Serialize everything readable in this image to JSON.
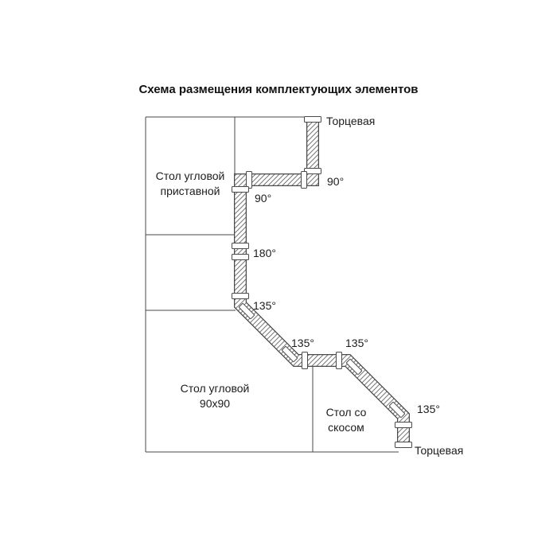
{
  "title": "Схема размещения комплектующих элементов",
  "labels": {
    "top_cap": "Торцевая",
    "bottom_cap": "Торцевая"
  },
  "tables": {
    "corner_attached": {
      "line1": "Стол угловой",
      "line2": "приставной"
    },
    "corner_90": {
      "line1": "Стол угловой",
      "line2": "90х90"
    },
    "beveled": {
      "line1": "Стол со",
      "line2": "скосом"
    }
  },
  "angles": {
    "top_right_corner": "90°",
    "top_inner_corner": "90°",
    "straight_joint": "180°",
    "first_bend": "135°",
    "second_bend": "135°",
    "third_bend": "135°",
    "fourth_bend": "135°"
  },
  "colors": {
    "line": "#4a4a4a",
    "hatch": "#777777",
    "text": "#1c1c1c"
  }
}
